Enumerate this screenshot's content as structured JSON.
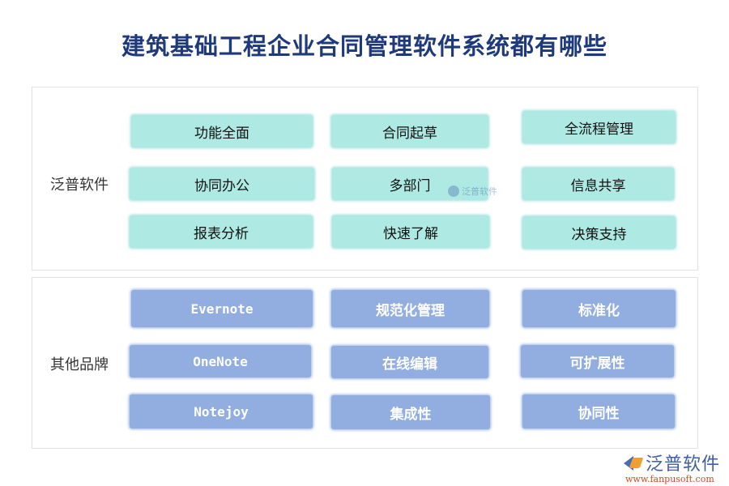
{
  "title": "建筑基础工程企业合同管理软件系统都有哪些",
  "panels": [
    {
      "label": "泛普软件",
      "style": "teal",
      "items": [
        "功能全面",
        "合同起草",
        "全流程管理",
        "协同办公",
        "多部门",
        "信息共享",
        "报表分析",
        "快速了解",
        "决策支持"
      ]
    },
    {
      "label": "其他品牌",
      "style": "blue",
      "items": [
        "Evernote",
        "规范化管理",
        "标准化",
        "OneNote",
        "在线编辑",
        "可扩展性",
        "Notejoy",
        "集成性",
        "协同性"
      ]
    }
  ],
  "watermark": {
    "text": "泛普软件"
  },
  "logo": {
    "name": "泛普软件",
    "url": "www.fanpusoft.com",
    "icon": "fanpu-logo-icon"
  },
  "colors": {
    "teal": "#aeeae3",
    "blue": "#92aee0",
    "title": "#1f3a7a"
  }
}
